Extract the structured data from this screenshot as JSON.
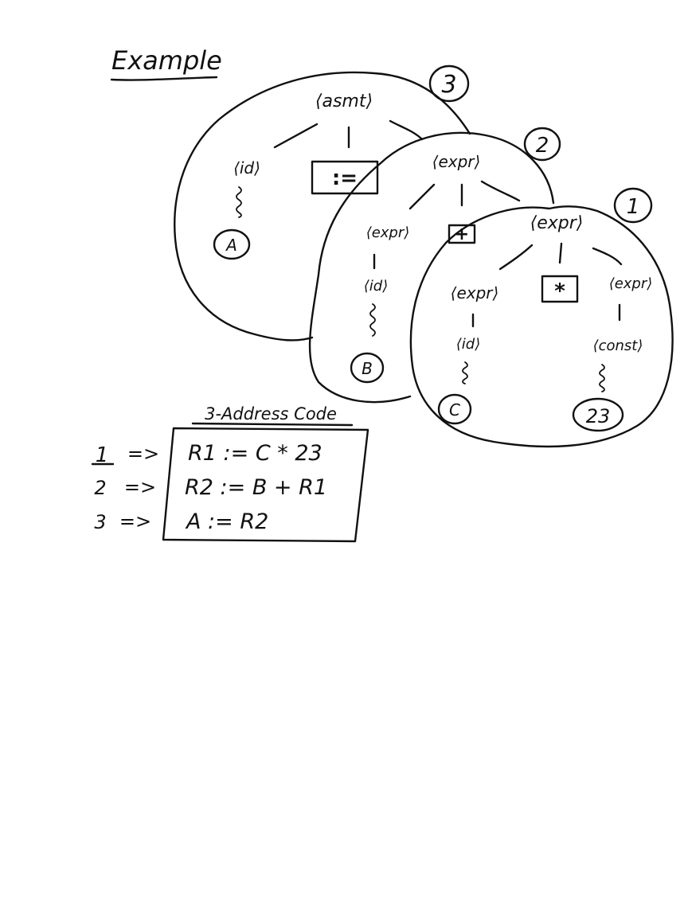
{
  "title": "Example",
  "nodes": {
    "asmt": "⟨asmt⟩",
    "id_a": "⟨id⟩",
    "assign_op": ":=",
    "leaf_a": "A",
    "expr_2": "⟨expr⟩",
    "expr_2_left": "⟨expr⟩",
    "plus_op": "+",
    "id_b": "⟨id⟩",
    "leaf_b": "B",
    "expr_1": "⟨expr⟩",
    "expr_1_left": "⟨expr⟩",
    "times_op": "*",
    "expr_1_right": "⟨expr⟩",
    "id_c": "⟨id⟩",
    "leaf_c": "C",
    "const": "⟨const⟩",
    "leaf_23": "23"
  },
  "regions": {
    "r3": "3",
    "r2": "2",
    "r1": "1"
  },
  "code": {
    "heading": "3-Address Code",
    "rows": [
      {
        "num": "1",
        "arrow": "=>",
        "text": "R1 := C * 23"
      },
      {
        "num": "2",
        "arrow": "=>",
        "text": "R2 := B + R1"
      },
      {
        "num": "3",
        "arrow": "=>",
        "text": "A := R2"
      }
    ]
  }
}
